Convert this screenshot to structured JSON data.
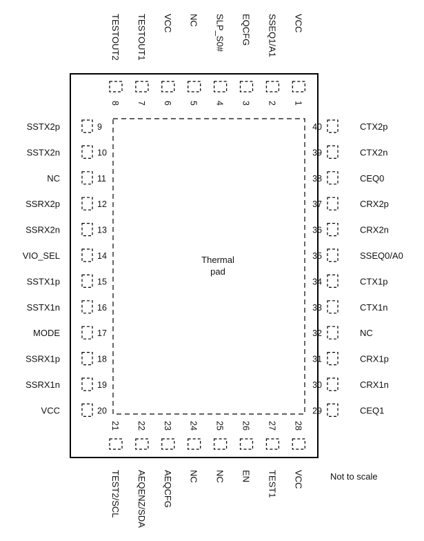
{
  "diagram": {
    "center_label_line1": "Thermal",
    "center_label_line2": "pad",
    "note": "Not to scale",
    "top_pins": [
      {
        "num": "8",
        "name": "TESTOUT2"
      },
      {
        "num": "7",
        "name": "TESTOUT1"
      },
      {
        "num": "6",
        "name": "VCC"
      },
      {
        "num": "5",
        "name": "NC"
      },
      {
        "num": "4",
        "name": "SLP_S0#"
      },
      {
        "num": "3",
        "name": "EQCFG"
      },
      {
        "num": "2",
        "name": "SSEQ1/A1"
      },
      {
        "num": "1",
        "name": "VCC"
      }
    ],
    "left_pins": [
      {
        "num": "9",
        "name": "SSTX2p"
      },
      {
        "num": "10",
        "name": "SSTX2n"
      },
      {
        "num": "11",
        "name": "NC"
      },
      {
        "num": "12",
        "name": "SSRX2p"
      },
      {
        "num": "13",
        "name": "SSRX2n"
      },
      {
        "num": "14",
        "name": "VIO_SEL"
      },
      {
        "num": "15",
        "name": "SSTX1p"
      },
      {
        "num": "16",
        "name": "SSTX1n"
      },
      {
        "num": "17",
        "name": "MODE"
      },
      {
        "num": "18",
        "name": "SSRX1p"
      },
      {
        "num": "19",
        "name": "SSRX1n"
      },
      {
        "num": "20",
        "name": "VCC"
      }
    ],
    "right_pins": [
      {
        "num": "40",
        "name": "CTX2p"
      },
      {
        "num": "39",
        "name": "CTX2n"
      },
      {
        "num": "38",
        "name": "CEQ0"
      },
      {
        "num": "37",
        "name": "CRX2p"
      },
      {
        "num": "36",
        "name": "CRX2n"
      },
      {
        "num": "35",
        "name": "SSEQ0/A0"
      },
      {
        "num": "34",
        "name": "CTX1p"
      },
      {
        "num": "33",
        "name": "CTX1n"
      },
      {
        "num": "32",
        "name": "NC"
      },
      {
        "num": "31",
        "name": "CRX1p"
      },
      {
        "num": "30",
        "name": "CRX1n"
      },
      {
        "num": "29",
        "name": "CEQ1"
      }
    ],
    "bottom_pins": [
      {
        "num": "21",
        "name": "TEST2/SCL"
      },
      {
        "num": "22",
        "name": "AEQENZ/SDA"
      },
      {
        "num": "23",
        "name": "AEQCFG"
      },
      {
        "num": "24",
        "name": "NC"
      },
      {
        "num": "25",
        "name": "NC"
      },
      {
        "num": "26",
        "name": "EN"
      },
      {
        "num": "27",
        "name": "TEST1"
      },
      {
        "num": "28",
        "name": "VCC"
      }
    ]
  }
}
